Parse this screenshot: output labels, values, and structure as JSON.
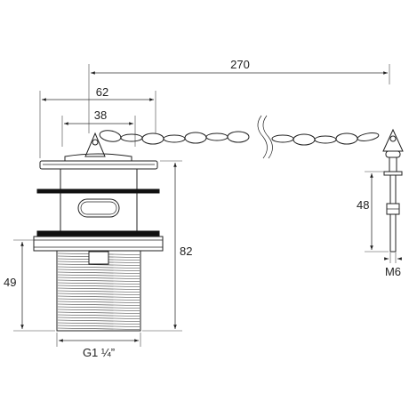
{
  "dimensions": {
    "chain_length": "270",
    "flange_outer": "62",
    "flange_inner": "38",
    "overall_height": "82",
    "thread_length": "49",
    "stay_height": "48",
    "stay_thread": "M6",
    "thread_spec": "G1 ¼”"
  },
  "colors": {
    "line": "#222222",
    "washer": "#111111",
    "background": "#ffffff"
  }
}
